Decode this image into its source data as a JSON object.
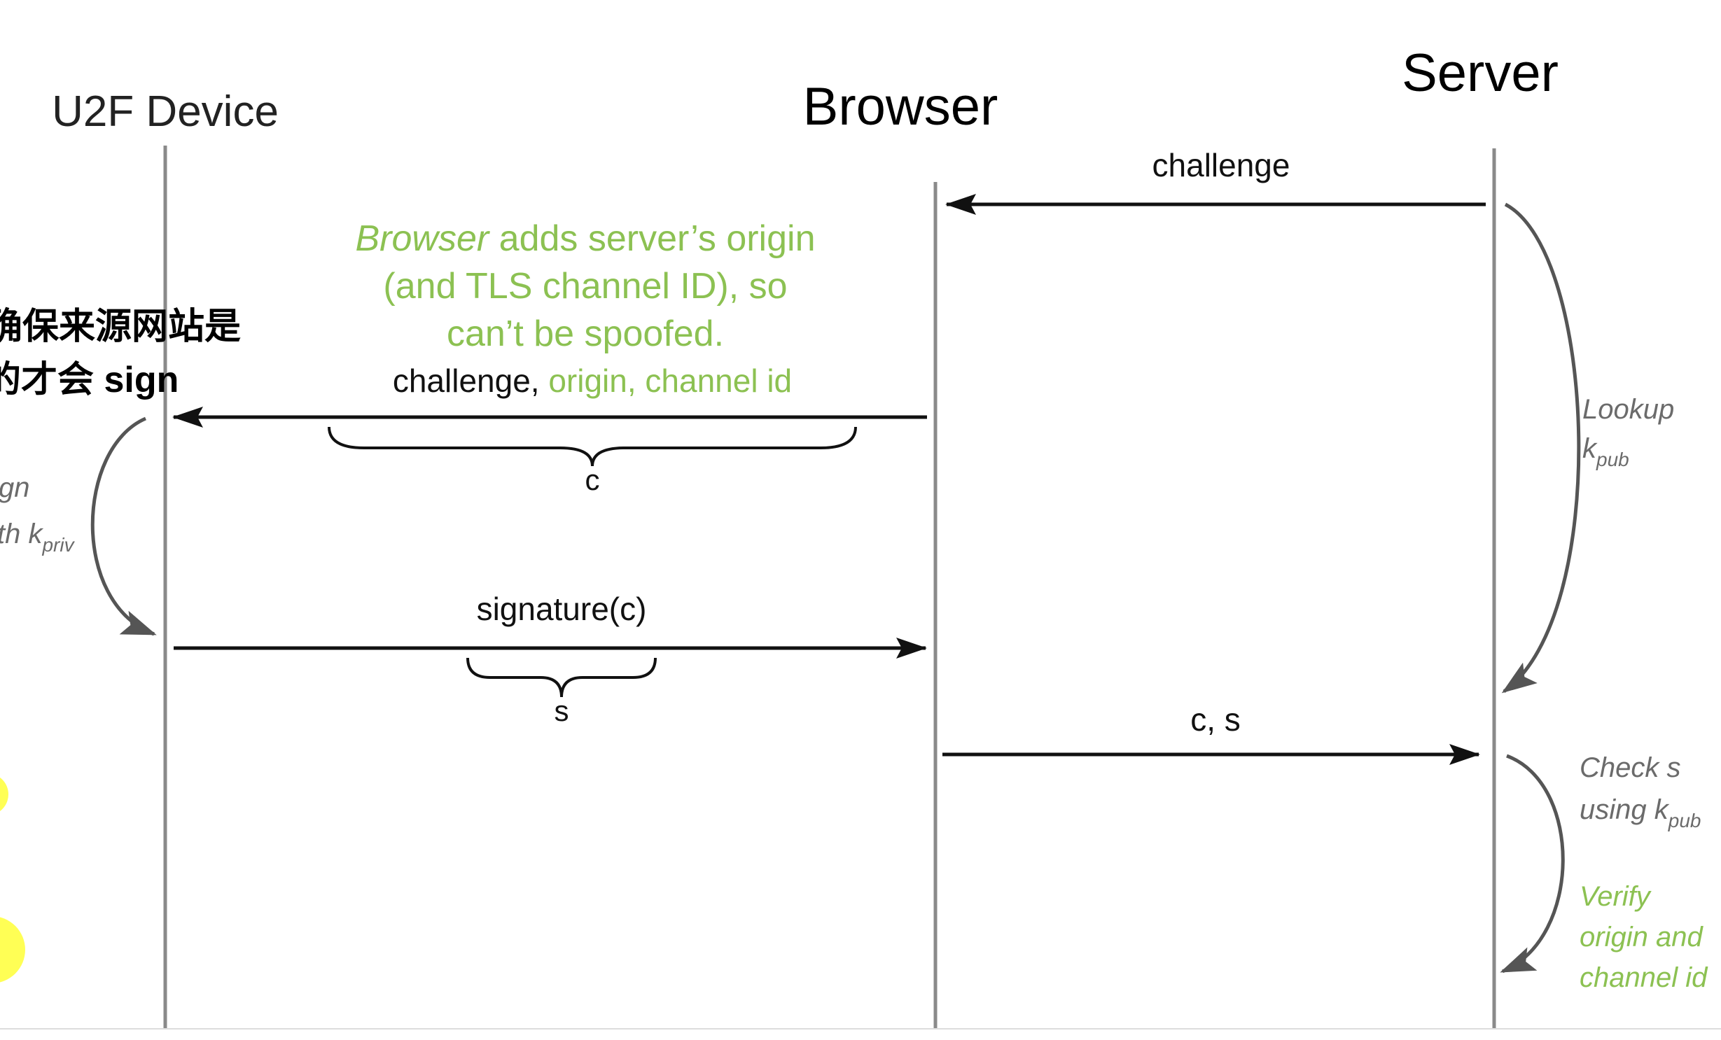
{
  "lanes": {
    "device": "U2F Device",
    "browser": "Browser",
    "server": "Server"
  },
  "messages": {
    "challenge": "challenge",
    "challenge_origin_prefix": "challenge, ",
    "challenge_origin_green": "origin, channel id",
    "c_label": "c",
    "signature": "signature(c)",
    "s_label": "s",
    "cs": "c, s"
  },
  "note": {
    "line1_italic": "Browser",
    "line1_rest": " adds server’s origin",
    "line2": "(and TLS channel ID), so",
    "line3": "can’t be spoofed."
  },
  "device_side": {
    "chinese_line1": "确保来源网站是",
    "chinese_line2": "的才会 sign",
    "sign_line1": "gn",
    "sign_line2": "th k",
    "sign_sub": "priv"
  },
  "server_side": {
    "lookup": "Lookup",
    "kpub": "k",
    "kpub_sub": "pub",
    "check_line1": "Check s",
    "check_line2": "using k",
    "check_sub": "pub",
    "verify_line1": "Verify",
    "verify_line2": "origin and",
    "verify_line3": "channel id"
  },
  "colors": {
    "arrow": "#111111",
    "lane": "#8a8a8a",
    "curve": "#555555",
    "green": "#8cc152",
    "gray_text": "#6b6b6b",
    "highlight": "#ffff55"
  }
}
